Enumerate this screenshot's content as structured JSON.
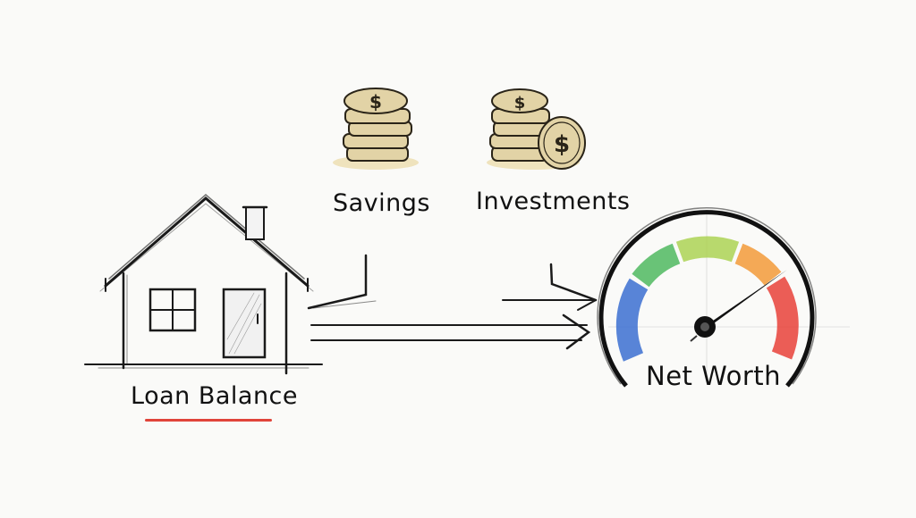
{
  "diagram": {
    "nodes": [
      {
        "id": "house",
        "label": "Loan Balance",
        "icon": "house-icon",
        "underline_color": "#e0443a"
      },
      {
        "id": "savings",
        "label": "Savings",
        "icon": "coin-stack-icon"
      },
      {
        "id": "investments",
        "label": "Investments",
        "icon": "coin-stack-with-dollar-coin-icon"
      },
      {
        "id": "net_worth",
        "label": "Net Worth",
        "icon": "gauge-icon"
      }
    ],
    "edges": [
      {
        "from": "savings",
        "to": "house",
        "style": "sketch-arrow"
      },
      {
        "from": "investments",
        "to": "net_worth",
        "style": "sketch-arrow"
      },
      {
        "from": "house",
        "to": "net_worth",
        "style": "double-line-arrow"
      }
    ],
    "gauge": {
      "segments": [
        "#3b6fd1",
        "#4fb860",
        "#a8d14a",
        "#f29a3a",
        "#e8413a"
      ],
      "needle_position": "high (orange/red zone)"
    },
    "colors": {
      "ink": "#111111",
      "coin": "#e2d3a6",
      "background": "#fafaf8"
    }
  }
}
